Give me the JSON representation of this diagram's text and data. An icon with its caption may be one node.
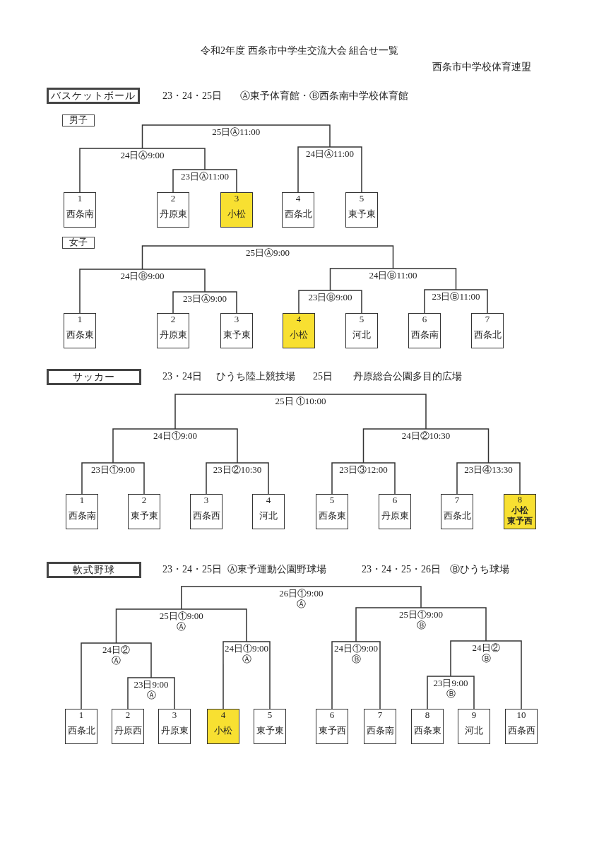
{
  "diagram": {
    "title": "令和2年度 西条市中学生交流大会 組合せ一覧",
    "nodes": [
      {
        "text": [
          "バスケットボール"
        ],
        "beside": [
          "23・24・25日",
          "Ⓐ東予体育館・Ⓑ西条南中学校体育館"
        ]
      },
      {
        "text": [
          "男子"
        ]
      },
      {
        "text": [
          "1",
          "西条南"
        ]
      },
      {
        "text": [
          "2",
          "丹原東"
        ]
      },
      {
        "text": [
          "3",
          "小松"
        ]
      },
      {
        "text": [
          "4",
          "西条北"
        ]
      },
      {
        "text": [
          "5",
          "東予東"
        ]
      },
      {
        "text": [
          "女子"
        ]
      },
      {
        "text": [
          "1",
          "西条東"
        ]
      },
      {
        "text": [
          "2",
          "丹原東"
        ]
      },
      {
        "text": [
          "3",
          "東予東"
        ]
      },
      {
        "text": [
          "4",
          "小松"
        ]
      },
      {
        "text": [
          "5",
          "河北"
        ]
      },
      {
        "text": [
          "6",
          "西条南"
        ]
      },
      {
        "text": [
          "7",
          "西条北"
        ]
      },
      {
        "text": [
          "サッカー"
        ],
        "beside": [
          "23・24日",
          "ひうち陸上競技場",
          "25日",
          "丹原総合公園多目的広場"
        ]
      },
      {
        "text": [
          "1",
          "西条南"
        ]
      },
      {
        "text": [
          "2",
          "東予東"
        ]
      },
      {
        "text": [
          "3",
          "西条西"
        ]
      },
      {
        "text": [
          "4",
          "河北"
        ]
      },
      {
        "text": [
          "5",
          "西条東"
        ]
      },
      {
        "text": [
          "6",
          "丹原東"
        ]
      },
      {
        "text": [
          "7",
          "西条北"
        ]
      },
      {
        "text": [
          "8",
          "小松",
          "東予西"
        ]
      },
      {
        "text": [
          "軟式野球"
        ],
        "beside": [
          "23・24・25日",
          "Ⓐ東予運動公園野球場",
          "23・24・25・26日",
          "Ⓑひうち球場"
        ]
      },
      {
        "text": [
          "1",
          "西条北"
        ]
      },
      {
        "text": [
          "2",
          "丹原西"
        ]
      },
      {
        "text": [
          "3",
          "丹原東"
        ]
      },
      {
        "text": [
          "4",
          "小松"
        ]
      },
      {
        "text": [
          "5",
          "東予東"
        ]
      },
      {
        "text": [
          "6",
          "東予西"
        ]
      },
      {
        "text": [
          "7",
          "西条南"
        ]
      },
      {
        "text": [
          "8",
          "西条東"
        ]
      },
      {
        "text": [
          "9",
          "河北"
        ]
      },
      {
        "text": [
          "10",
          "西条西"
        ]
      }
    ],
    "edges": [
      {
        "from": 3,
        "to": 4,
        "arrow": "none",
        "label": "23日Ⓐ11:00"
      },
      {
        "from": 5,
        "to": 6,
        "arrow": "none",
        "label": "24日Ⓐ11:00"
      },
      {
        "from": 9,
        "to": 10,
        "arrow": "none",
        "label": "23日Ⓐ9:00"
      },
      {
        "from": 11,
        "to": 12,
        "arrow": "none",
        "label": "23日Ⓑ9:00"
      },
      {
        "from": 13,
        "to": 14,
        "arrow": "none",
        "label": "23日Ⓑ11:00"
      },
      {
        "from": 16,
        "to": 17,
        "arrow": "none",
        "label": "23日①9:00"
      },
      {
        "from": 18,
        "to": 19,
        "arrow": "none",
        "label": "23日②10:30"
      },
      {
        "from": 20,
        "to": 21,
        "arrow": "none",
        "label": "23日③12:00"
      },
      {
        "from": 22,
        "to": 23,
        "arrow": "none",
        "label": "23日④13:30"
      },
      {
        "from": 26,
        "to": 27,
        "arrow": "none",
        "label": "23日9:00 Ⓐ"
      },
      {
        "from": 28,
        "to": 29,
        "arrow": "none",
        "label": "24日①9:00 Ⓐ"
      },
      {
        "from": 30,
        "to": 31,
        "arrow": "none",
        "label": "24日①9:00 Ⓑ"
      },
      {
        "from": 32,
        "to": 33,
        "arrow": "none",
        "label": "23日9:00 Ⓑ"
      },
      {
        "from": 2,
        "to": null,
        "arrow": "none",
        "label": "24日Ⓐ9:00"
      },
      {
        "from": 8,
        "to": null,
        "arrow": "none",
        "label": "24日Ⓑ9:00"
      },
      {
        "from": 25,
        "to": null,
        "arrow": "none",
        "label": "24日② Ⓐ"
      },
      {
        "from": 34,
        "to": null,
        "arrow": "none",
        "label": "24日② Ⓑ"
      }
    ],
    "labels": [
      "西条市中学校体育連盟",
      "25日Ⓐ11:00",
      "25日Ⓐ9:00",
      "24日Ⓑ11:00",
      "25日 ①10:00",
      "24日①9:00",
      "24日②10:30",
      "26日①9:00 Ⓐ",
      "25日①9:00 Ⓐ",
      "25日①9:00 Ⓑ"
    ]
  }
}
